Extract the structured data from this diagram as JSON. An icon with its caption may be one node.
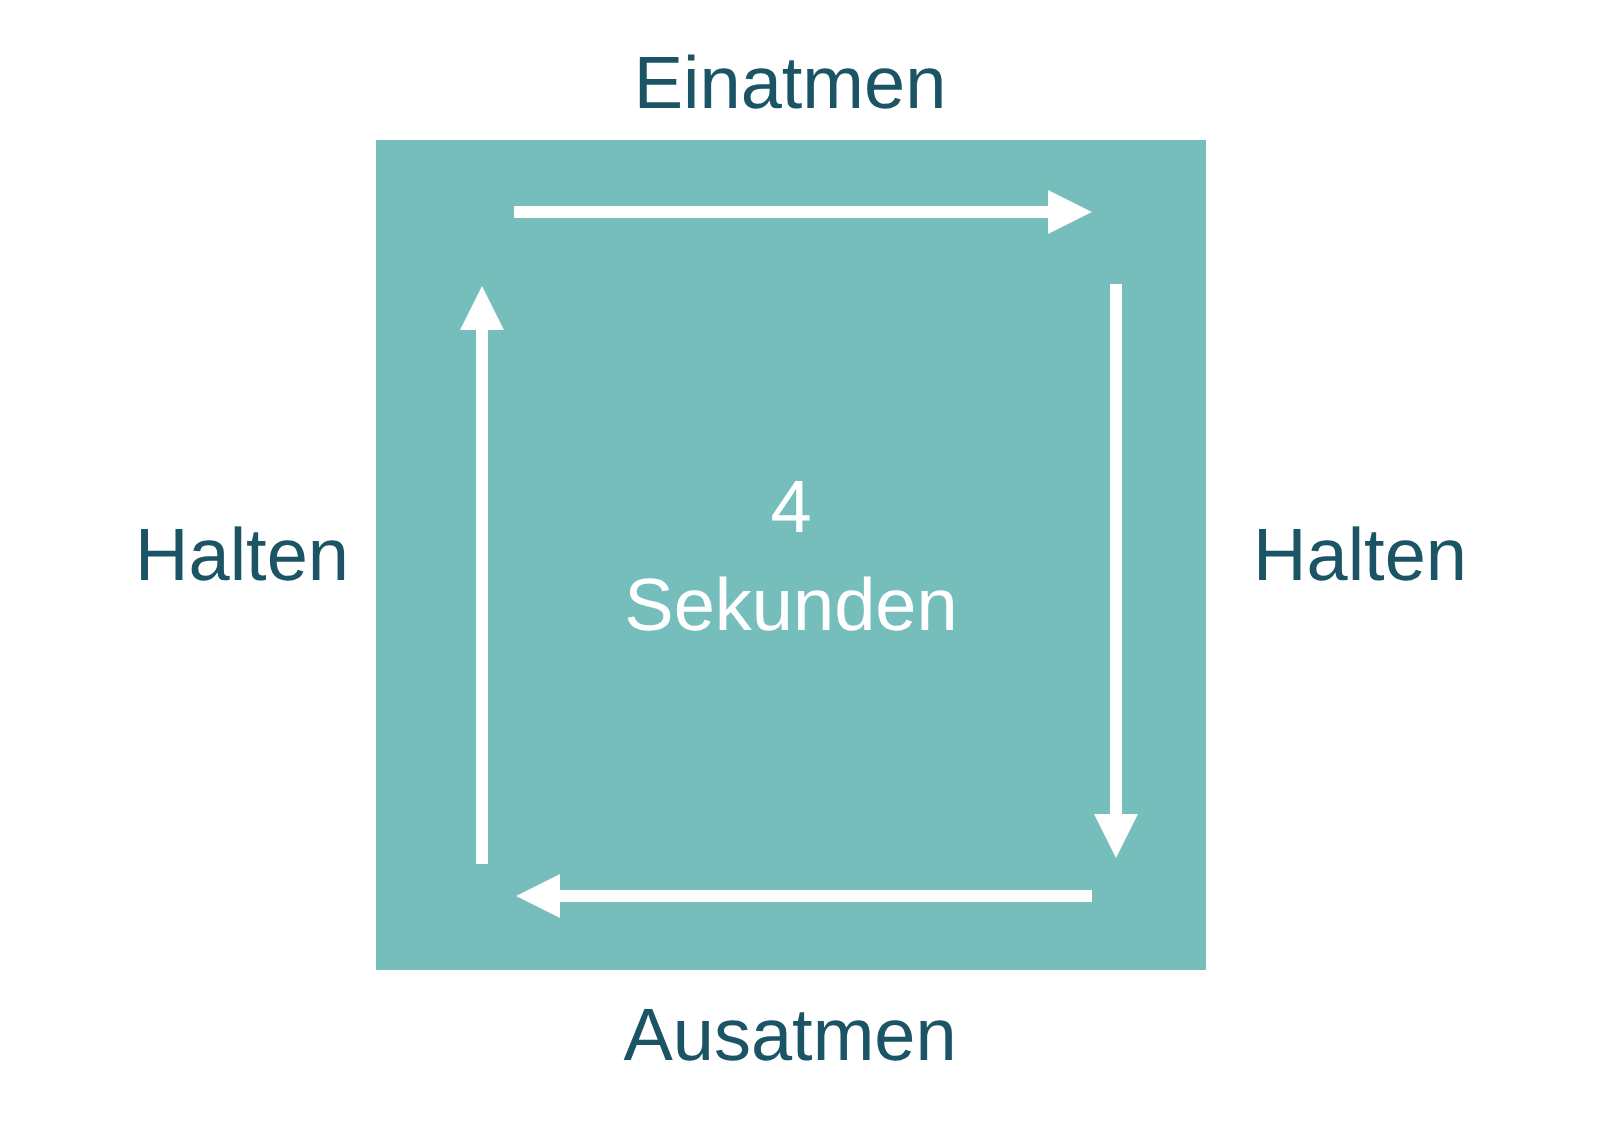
{
  "diagram": {
    "nodes": [
      {
        "text": [
          "4 Sekunden"
        ],
        "beside": [
          "Einatmen",
          "Halten",
          "Halten",
          "Ausatmen"
        ]
      }
    ]
  }
}
